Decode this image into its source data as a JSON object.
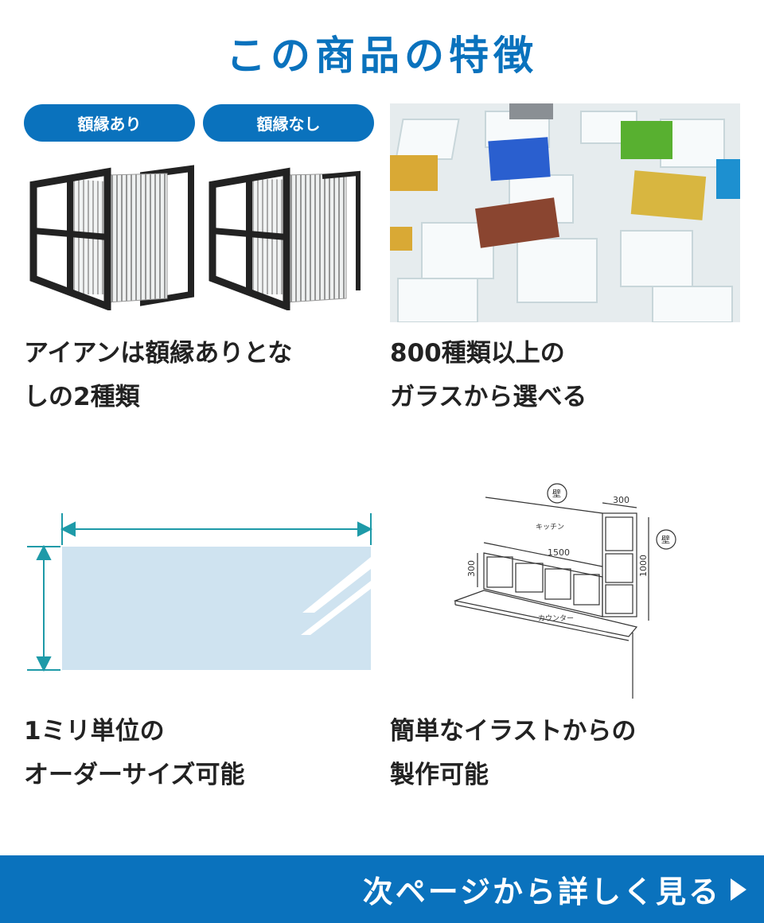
{
  "title": "この商品の特徴",
  "features": [
    {
      "tags": [
        "額縁あり",
        "額縁なし"
      ],
      "caption": [
        "アイアンは額縁ありとな",
        "しの2種類"
      ]
    },
    {
      "caption": [
        "800種類以上の",
        "ガラスから選べる"
      ]
    },
    {
      "caption": [
        "1ミリ単位の",
        "オーダーサイズ可能"
      ]
    },
    {
      "caption": [
        "簡単なイラストからの",
        "製作可能"
      ],
      "sketch": {
        "wall": "壁",
        "kitchen": "キッチン",
        "counter": "カウンター",
        "dim_width": "1500",
        "dim_height": "300",
        "dim_side_width": "300",
        "dim_side_height": "1000"
      }
    }
  ],
  "cta": {
    "label": "次ページから詳しく見る",
    "icon": "triangle-right-icon"
  },
  "colors": {
    "brand": "#0a72bd",
    "arrow": "#1e9aa8",
    "glass": "#cfe3f0"
  }
}
